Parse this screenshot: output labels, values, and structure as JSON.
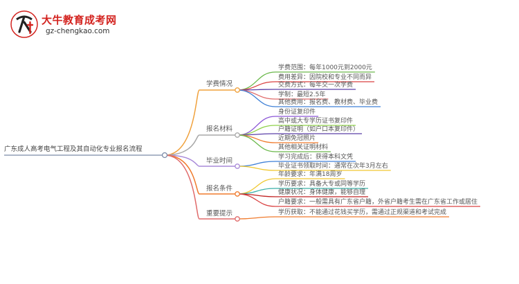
{
  "brand": {
    "title": "大牛教育成考网",
    "domain": "gz-chengkao.com"
  },
  "root": "广东成人高考电气工程及其自动化专业报名流程",
  "colors": {
    "orange": "#f0a03a",
    "grey": "#a8a8a8",
    "purple": "#a98ad9",
    "darkorange": "#f07a2c",
    "red": "#e06a6a",
    "green": "#6ab84a",
    "crimson": "#d94040",
    "indigo": "#5a3fa8",
    "blue": "#3d7fd6",
    "violet": "#8a55d6",
    "lightgreen": "#8fd14a",
    "yellow": "#f0c832",
    "teal": "#3ab0a8",
    "darkred": "#c02020"
  },
  "branches": [
    {
      "label": "学费情况",
      "color": "#f0a03a",
      "leaves": [
        {
          "text": "学费范围：每年1000元到2000元",
          "color": "#6ab84a"
        },
        {
          "text": "费用差异：因院校和专业不同而异",
          "color": "#d94040"
        },
        {
          "text": "交费方式：每年交一次学费",
          "color": "#5a3fa8"
        },
        {
          "text": "学制：最短2.5年",
          "color": "#e06a6a"
        },
        {
          "text": "其他费用：报名费、教材费、毕业费",
          "color": "#3d7fd6"
        }
      ]
    },
    {
      "label": "报名材料",
      "color": "#a8a8a8",
      "leaves": [
        {
          "text": "身份证复印件",
          "color": "#8a55d6"
        },
        {
          "text": "高中或大专学历证书复印件",
          "color": "#8fd14a"
        },
        {
          "text": "户籍证明（如户口本复印件）",
          "color": "#5a3fa8"
        },
        {
          "text": "近期免冠照片",
          "color": "#f07a2c"
        },
        {
          "text": "其他相关证明材料",
          "color": "#6ab84a"
        }
      ]
    },
    {
      "label": "毕业时间",
      "color": "#a98ad9",
      "leaves": [
        {
          "text": "学习完成后：获得本科文凭",
          "color": "#3d7fd6"
        },
        {
          "text": "毕业证书领取时间：通常在次年3月左右",
          "color": "#f0c832"
        }
      ]
    },
    {
      "label": "报名条件",
      "color": "#f07a2c",
      "leaves": [
        {
          "text": "年龄要求：年满18周岁",
          "color": "#f0c832"
        },
        {
          "text": "学历要求：具备大专或同等学历",
          "color": "#3ab0a8"
        },
        {
          "text": "健康状况：身体健康，能够自理",
          "color": "#c02020"
        },
        {
          "text": "户籍要求：一般需具有广东省户籍，外省户籍考生需在广东省工作或居住",
          "color": "#d94040"
        }
      ]
    },
    {
      "label": "重要提示",
      "color": "#e06a6a",
      "leaves": [
        {
          "text": "学历获取：不能通过花钱买学历，需通过正规渠道和考试完成",
          "color": "#f07a2c"
        }
      ]
    }
  ]
}
